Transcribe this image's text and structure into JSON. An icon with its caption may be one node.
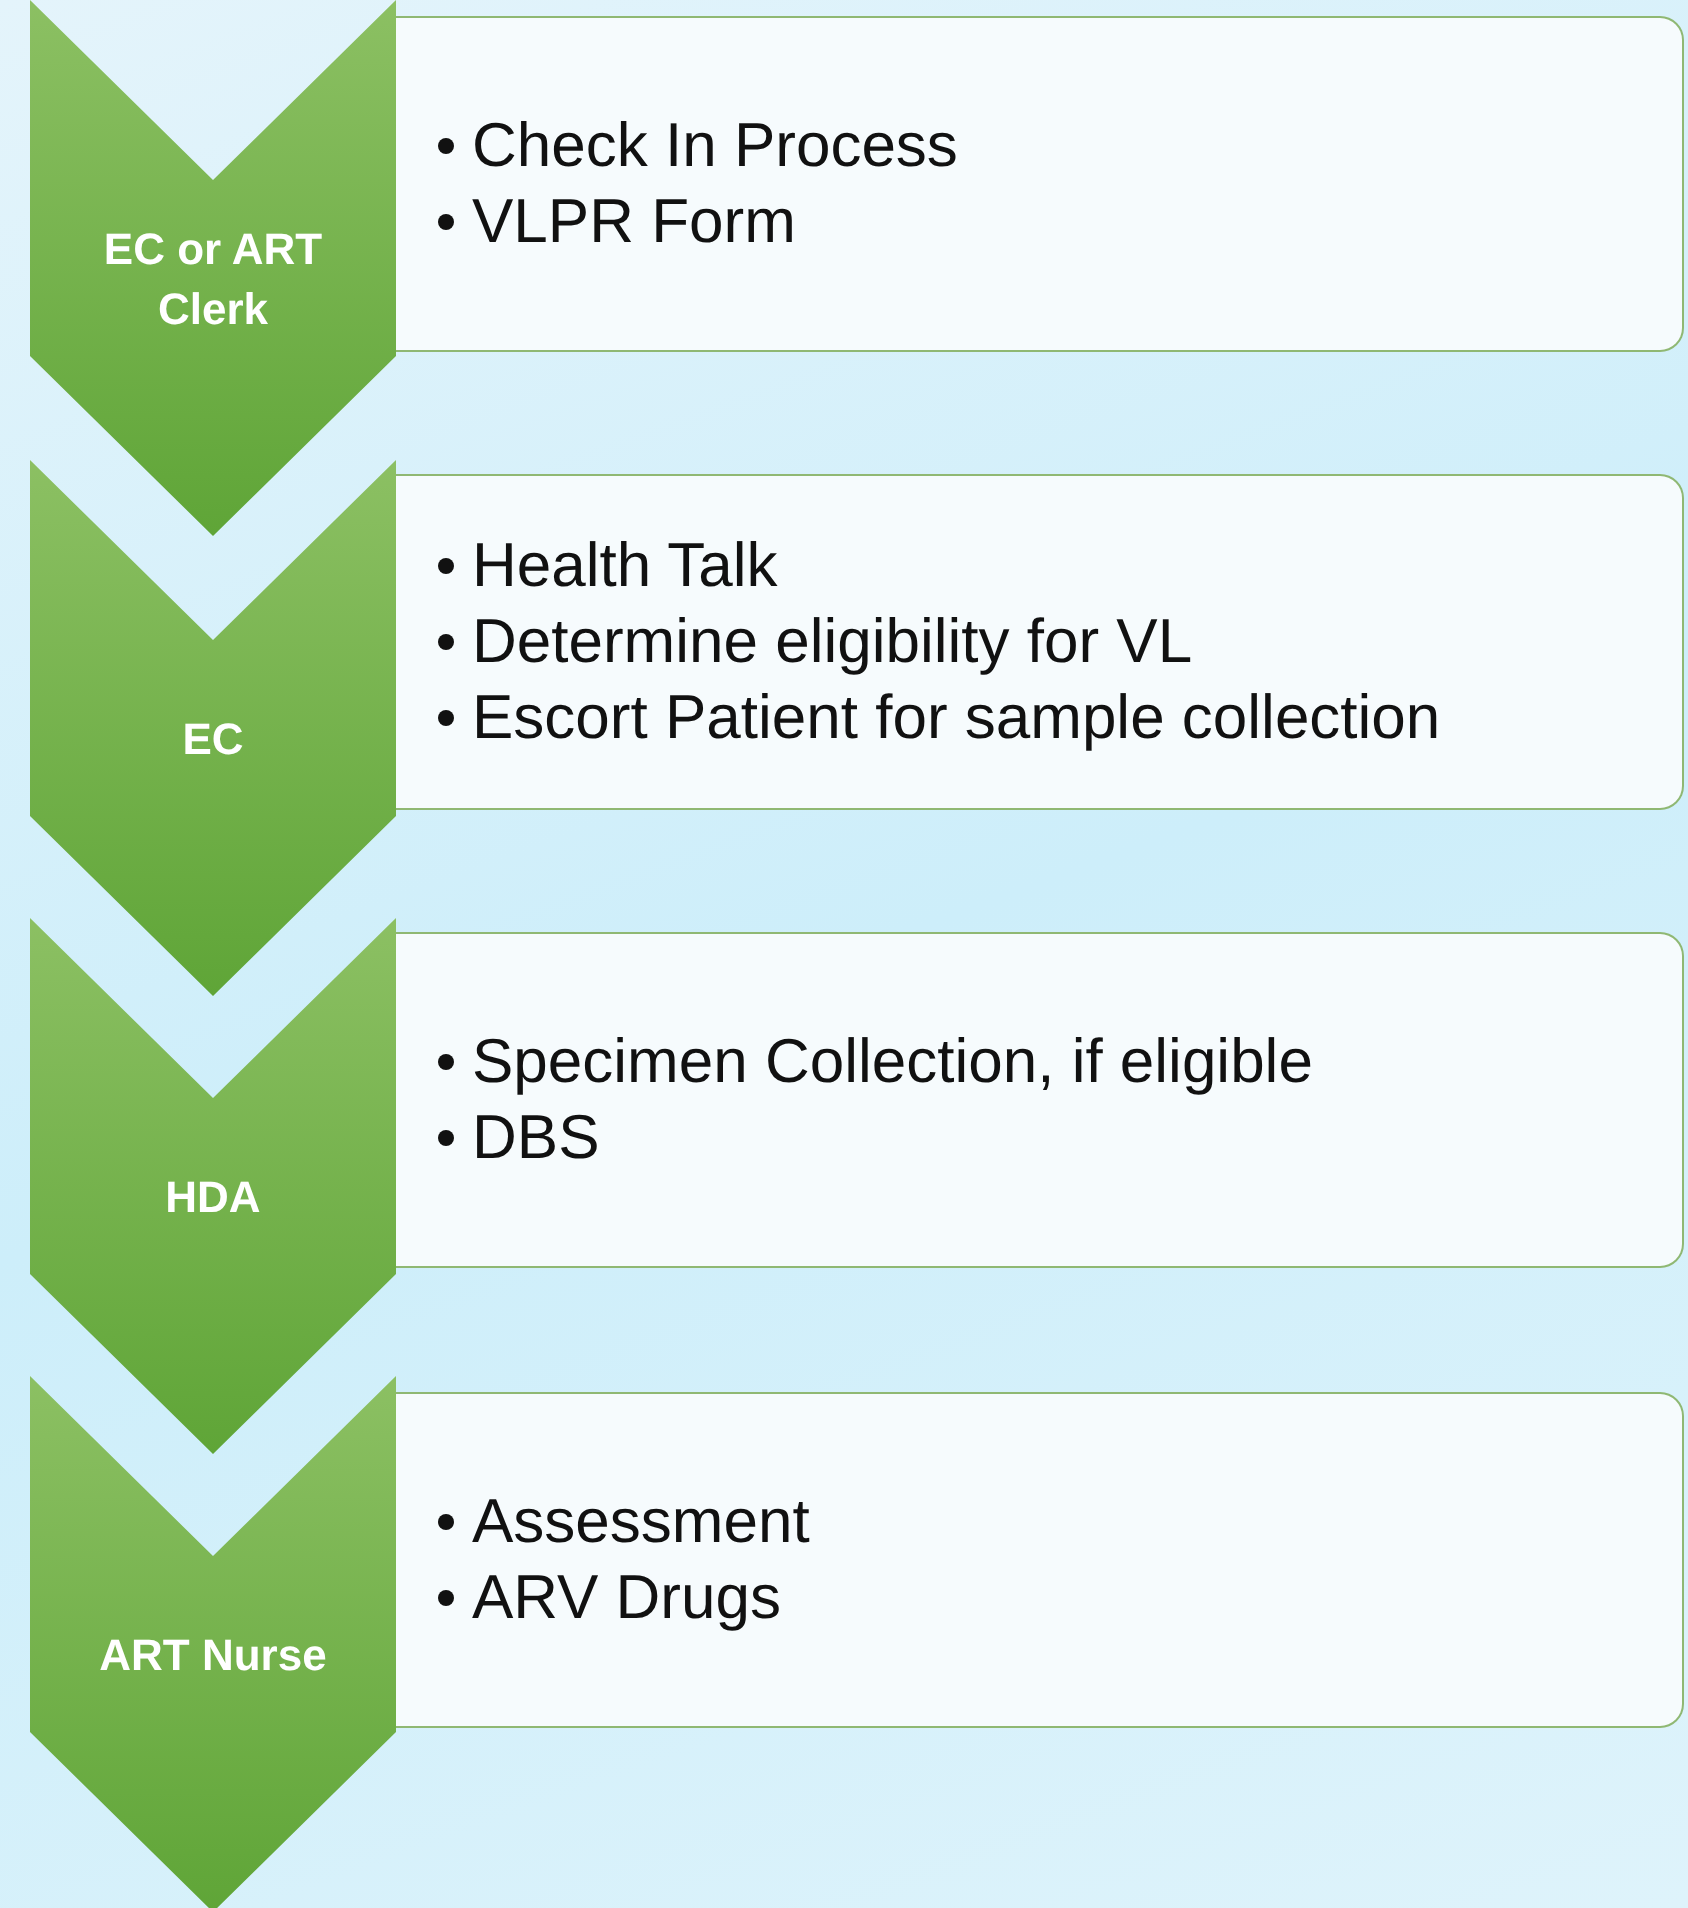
{
  "diagram": {
    "nodes": [
      {
        "text": [
          "EC or ART Clerk"
        ]
      },
      {
        "text": [
          "Check In Process",
          "VLPR Form"
        ]
      },
      {
        "text": [
          "EC"
        ]
      },
      {
        "text": [
          "Health Talk",
          "Determine eligibility for VL",
          "Escort Patient for sample collection"
        ]
      },
      {
        "text": [
          "HDA"
        ]
      },
      {
        "text": [
          "Specimen Collection, if eligible",
          "DBS"
        ]
      },
      {
        "text": [
          "ART Nurse"
        ]
      },
      {
        "text": [
          "Assessment",
          "ARV Drugs"
        ]
      }
    ]
  }
}
